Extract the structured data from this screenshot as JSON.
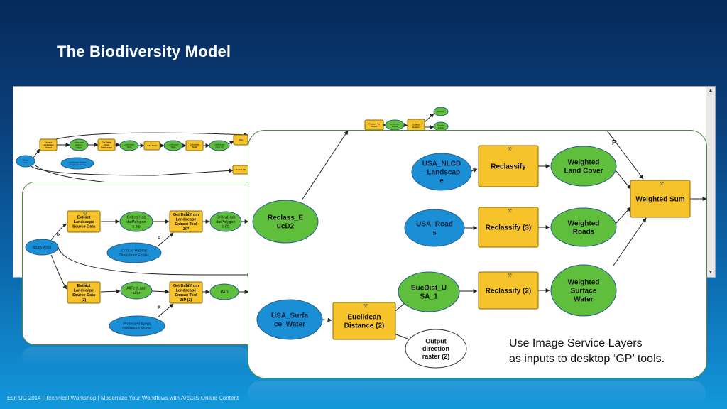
{
  "title": "The Biodiversity Model",
  "footer": "Esri UC 2014 | Technical Workshop |  Modernize Your Workflows with ArcGIS Online Content",
  "colors": {
    "blue_node": "#1a8fd6",
    "green_node": "#5fbe3c",
    "yellow_tool": "#f7c32b",
    "white_node": "#ffffff"
  },
  "front_panel": {
    "nodes": [
      {
        "id": "usa_nlcd",
        "type": "input",
        "lines": [
          "USA_NLCD",
          "_Landscap",
          "e"
        ]
      },
      {
        "id": "reclassify",
        "type": "tool",
        "lines": [
          "Reclassify"
        ]
      },
      {
        "id": "weighted_land_cover",
        "type": "output",
        "lines": [
          "Weighted",
          "Land Cover"
        ]
      },
      {
        "id": "weighted_sum",
        "type": "tool",
        "lines": [
          "Weighted Sum"
        ]
      },
      {
        "id": "usa_roads",
        "type": "input",
        "lines": [
          "USA_Road",
          "s"
        ]
      },
      {
        "id": "reclassify_3",
        "type": "tool",
        "lines": [
          "Reclassify (3)"
        ]
      },
      {
        "id": "weighted_roads",
        "type": "output",
        "lines": [
          "Weighted",
          "Roads"
        ]
      },
      {
        "id": "reclass_eucd2",
        "type": "output",
        "lines": [
          "Reclass_E",
          "ucD2"
        ]
      },
      {
        "id": "eucdist_usa_1",
        "type": "output",
        "lines": [
          "EucDist_U",
          "SA_1"
        ]
      },
      {
        "id": "reclassify_2",
        "type": "tool",
        "lines": [
          "Reclassify (2)"
        ]
      },
      {
        "id": "weighted_surface_water",
        "type": "output",
        "lines": [
          "Weighted",
          "Surface",
          "Water"
        ]
      },
      {
        "id": "usa_surface_water",
        "type": "input",
        "lines": [
          "USA_Surfa",
          "ce_Water"
        ]
      },
      {
        "id": "euclidean_distance_2",
        "type": "tool",
        "lines": [
          "Euclidean",
          "Distance (2)"
        ]
      },
      {
        "id": "output_direction_raster_2",
        "type": "derived",
        "lines": [
          "Output",
          "direction",
          "raster (2)"
        ]
      }
    ],
    "parameter_label": "P",
    "caption": [
      "Use Image Service Layers",
      "as inputs to desktop ‘GP’ tools."
    ]
  },
  "mid_panel": {
    "nodes": [
      {
        "id": "extract_landscape",
        "type": "tool",
        "lines": [
          "Extract",
          "Landscape",
          "Source Data"
        ]
      },
      {
        "id": "criticalhab_zip",
        "type": "output",
        "lines": [
          "CriticalHab",
          "itatPolygon",
          "s.zip"
        ]
      },
      {
        "id": "get_data_1",
        "type": "tool",
        "lines": [
          "Get Data from",
          "Landscape",
          "Extract Tool",
          "ZIP"
        ]
      },
      {
        "id": "criticalhab_2",
        "type": "output",
        "lines": [
          "CriticalHab",
          "itatPolygon",
          "s (2)"
        ]
      },
      {
        "id": "study_area",
        "type": "input",
        "lines": [
          "Study Area"
        ]
      },
      {
        "id": "critical_habitat_folder",
        "type": "input",
        "lines": [
          "Critical Habitat",
          "Download Folder"
        ]
      },
      {
        "id": "extract_landscape_2",
        "type": "tool",
        "lines": [
          "Extract",
          "Landscape",
          "Source Data",
          "(2)"
        ]
      },
      {
        "id": "allfedland_zip",
        "type": "output",
        "lines": [
          "AllFedLand",
          "sZip"
        ]
      },
      {
        "id": "get_data_2",
        "type": "tool",
        "lines": [
          "Get Data from",
          "Landscape",
          "Extract Tool",
          "ZIP (2)"
        ]
      },
      {
        "id": "pad",
        "type": "output",
        "lines": [
          "PAD"
        ]
      },
      {
        "id": "protected_areas_folder",
        "type": "input",
        "lines": [
          "Protected Areas",
          "Download Folder"
        ]
      }
    ],
    "parameter_label": "P"
  },
  "bg_panel": {
    "nodes": [
      {
        "id": "bg_study",
        "type": "input",
        "lines": [
          "Study",
          "Area"
        ]
      },
      {
        "id": "bg_extract",
        "type": "tool",
        "lines": [
          "Extract",
          "Landscape",
          "Source"
        ]
      },
      {
        "id": "bg_out1",
        "type": "output",
        "lines": [
          "Landscape",
          "Extract",
          "Output"
        ]
      },
      {
        "id": "bg_table",
        "type": "tool",
        "lines": [
          "Get Table",
          "From",
          "Landscape"
        ]
      },
      {
        "id": "bg_out2",
        "type": "output",
        "lines": [
          "Landscape",
          "Table"
        ]
      },
      {
        "id": "bg_add",
        "type": "tool",
        "lines": [
          "Add Field"
        ]
      },
      {
        "id": "bg_out3",
        "type": "output",
        "lines": [
          "Landscape",
          "Table"
        ]
      },
      {
        "id": "bg_calc",
        "type": "tool",
        "lines": [
          "Calculate",
          "Field"
        ]
      },
      {
        "id": "bg_out4",
        "type": "output",
        "lines": [
          "Landscape",
          "Table (2)"
        ]
      },
      {
        "id": "bg_clip",
        "type": "tool",
        "lines": [
          "Clip"
        ]
      },
      {
        "id": "bg_folder",
        "type": "input",
        "lines": [
          "Landscape Extract",
          "Download Folder"
        ]
      },
      {
        "id": "bg_select",
        "type": "tool",
        "lines": [
          "Select (4)"
        ]
      },
      {
        "id": "bg_feat",
        "type": "tool",
        "lines": [
          "Feature To",
          "Point"
        ]
      },
      {
        "id": "bg_out5",
        "type": "output",
        "lines": [
          "Landscape",
          "Points"
        ]
      },
      {
        "id": "bg_collect",
        "type": "tool",
        "lines": [
          "Collect",
          "Events"
        ]
      },
      {
        "id": "bg_out6",
        "type": "output",
        "lines": [
          "Events"
        ]
      },
      {
        "id": "bg_out7",
        "type": "output",
        "lines": [
          "Events",
          "Points"
        ]
      }
    ]
  }
}
